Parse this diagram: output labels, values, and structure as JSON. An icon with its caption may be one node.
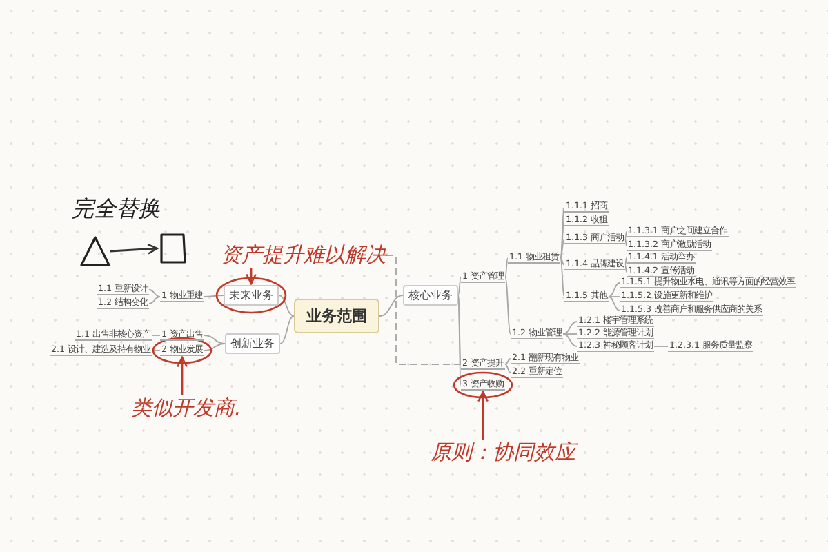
{
  "diagram": {
    "nodes": [
      {
        "text": [
          "业务范围"
        ]
      },
      {
        "text": [
          "核心业务"
        ]
      },
      {
        "text": [
          "1 资产管理"
        ]
      },
      {
        "text": [
          "1.1 物业租赁"
        ]
      },
      {
        "text": [
          "1.1.1 招商"
        ]
      },
      {
        "text": [
          "1.1.2 收租"
        ]
      },
      {
        "text": [
          "1.1.3 商户活动"
        ]
      },
      {
        "text": [
          "1.1.3.1 商户之间建立合作"
        ]
      },
      {
        "text": [
          "1.1.3.2 商户激励活动"
        ]
      },
      {
        "text": [
          "1.1.4 品牌建设"
        ]
      },
      {
        "text": [
          "1.1.4.1 活动举办"
        ]
      },
      {
        "text": [
          "1.1.4.2 宣传活动"
        ]
      },
      {
        "text": [
          "1.1.5 其他"
        ]
      },
      {
        "text": [
          "1.1.5.1 提升物业水电、通讯等方面的经营效率"
        ]
      },
      {
        "text": [
          "1.1.5.2 设施更新和维护"
        ]
      },
      {
        "text": [
          "1.1.5.3 改善商户和服务供应商的关系"
        ]
      },
      {
        "text": [
          "1.2 物业管理"
        ]
      },
      {
        "text": [
          "1.2.1 楼宇管理系统"
        ]
      },
      {
        "text": [
          "1.2.2 能源管理计划"
        ]
      },
      {
        "text": [
          "1.2.3 神秘顾客计划"
        ]
      },
      {
        "text": [
          "1.2.3.1 服务质量监察"
        ]
      },
      {
        "text": [
          "2 资产提升"
        ]
      },
      {
        "text": [
          "2.1 翻新现有物业"
        ]
      },
      {
        "text": [
          "2.2 重新定位"
        ]
      },
      {
        "text": [
          "3 资产收购"
        ]
      },
      {
        "text": [
          "未来业务"
        ]
      },
      {
        "text": [
          "1 物业重建"
        ]
      },
      {
        "text": [
          "1.1 重新设计"
        ]
      },
      {
        "text": [
          "1.2 结构变化"
        ]
      },
      {
        "text": [
          "创新业务"
        ]
      },
      {
        "text": [
          "1 资产出售"
        ]
      },
      {
        "text": [
          "1.1 出售非核心资产"
        ]
      },
      {
        "text": [
          "2 物业发展"
        ]
      },
      {
        "text": [
          "2.1 设计、建造及持有物业"
        ]
      },
      {
        "text": [
          "资产提升难以解决"
        ]
      },
      {
        "text": [
          "类似开发商."
        ]
      },
      {
        "text": [
          "原则：协同效应"
        ]
      },
      {
        "text": [],
        "shape": "triangle"
      },
      {
        "text": [],
        "shape": "box"
      }
    ],
    "edges": [
      {
        "from": 0,
        "to": 1,
        "arrow": "none"
      },
      {
        "from": 1,
        "to": 2,
        "arrow": "none"
      },
      {
        "from": 2,
        "to": 3,
        "arrow": "none"
      },
      {
        "from": 3,
        "to": 4,
        "arrow": "none"
      },
      {
        "from": 3,
        "to": 5,
        "arrow": "none"
      },
      {
        "from": 3,
        "to": 6,
        "arrow": "none"
      },
      {
        "from": 6,
        "to": 7,
        "arrow": "none"
      },
      {
        "from": 6,
        "to": 8,
        "arrow": "none"
      },
      {
        "from": 3,
        "to": 9,
        "arrow": "none"
      },
      {
        "from": 9,
        "to": 10,
        "arrow": "none"
      },
      {
        "from": 9,
        "to": 11,
        "arrow": "none"
      },
      {
        "from": 3,
        "to": 12,
        "arrow": "none"
      },
      {
        "from": 12,
        "to": 13,
        "arrow": "none"
      },
      {
        "from": 12,
        "to": 14,
        "arrow": "none"
      },
      {
        "from": 12,
        "to": 15,
        "arrow": "none"
      },
      {
        "from": 2,
        "to": 16,
        "arrow": "none"
      },
      {
        "from": 16,
        "to": 17,
        "arrow": "none"
      },
      {
        "from": 16,
        "to": 18,
        "arrow": "none"
      },
      {
        "from": 16,
        "to": 19,
        "arrow": "none"
      },
      {
        "from": 19,
        "to": 20,
        "arrow": "none"
      },
      {
        "from": 1,
        "to": 21,
        "arrow": "none"
      },
      {
        "from": 21,
        "to": 22,
        "arrow": "none"
      },
      {
        "from": 21,
        "to": 23,
        "arrow": "none"
      },
      {
        "from": 1,
        "to": 24,
        "arrow": "none"
      },
      {
        "from": 0,
        "to": 25,
        "arrow": "none"
      },
      {
        "from": 25,
        "to": 26,
        "arrow": "none"
      },
      {
        "from": 26,
        "to": 27,
        "arrow": "none"
      },
      {
        "from": 26,
        "to": 28,
        "arrow": "none"
      },
      {
        "from": 0,
        "to": 29,
        "arrow": "none"
      },
      {
        "from": 29,
        "to": 30,
        "arrow": "none"
      },
      {
        "from": 30,
        "to": 31,
        "arrow": "none"
      },
      {
        "from": 29,
        "to": 32,
        "arrow": "none"
      },
      {
        "from": 32,
        "to": 33,
        "arrow": "none"
      },
      {
        "from": 34,
        "to": 25,
        "arrow": "to",
        "color": "#c0392b"
      },
      {
        "from": 35,
        "to": 32,
        "arrow": "to",
        "color": "#c0392b"
      },
      {
        "from": 36,
        "to": 24,
        "arrow": "to",
        "color": "#c0392b"
      },
      {
        "from": 34,
        "to": 21,
        "arrow": "none",
        "style": "dashed"
      },
      {
        "from": 37,
        "to": 38,
        "arrow": "to",
        "color": "#333333"
      }
    ],
    "labels": [
      "完全替换"
    ]
  }
}
